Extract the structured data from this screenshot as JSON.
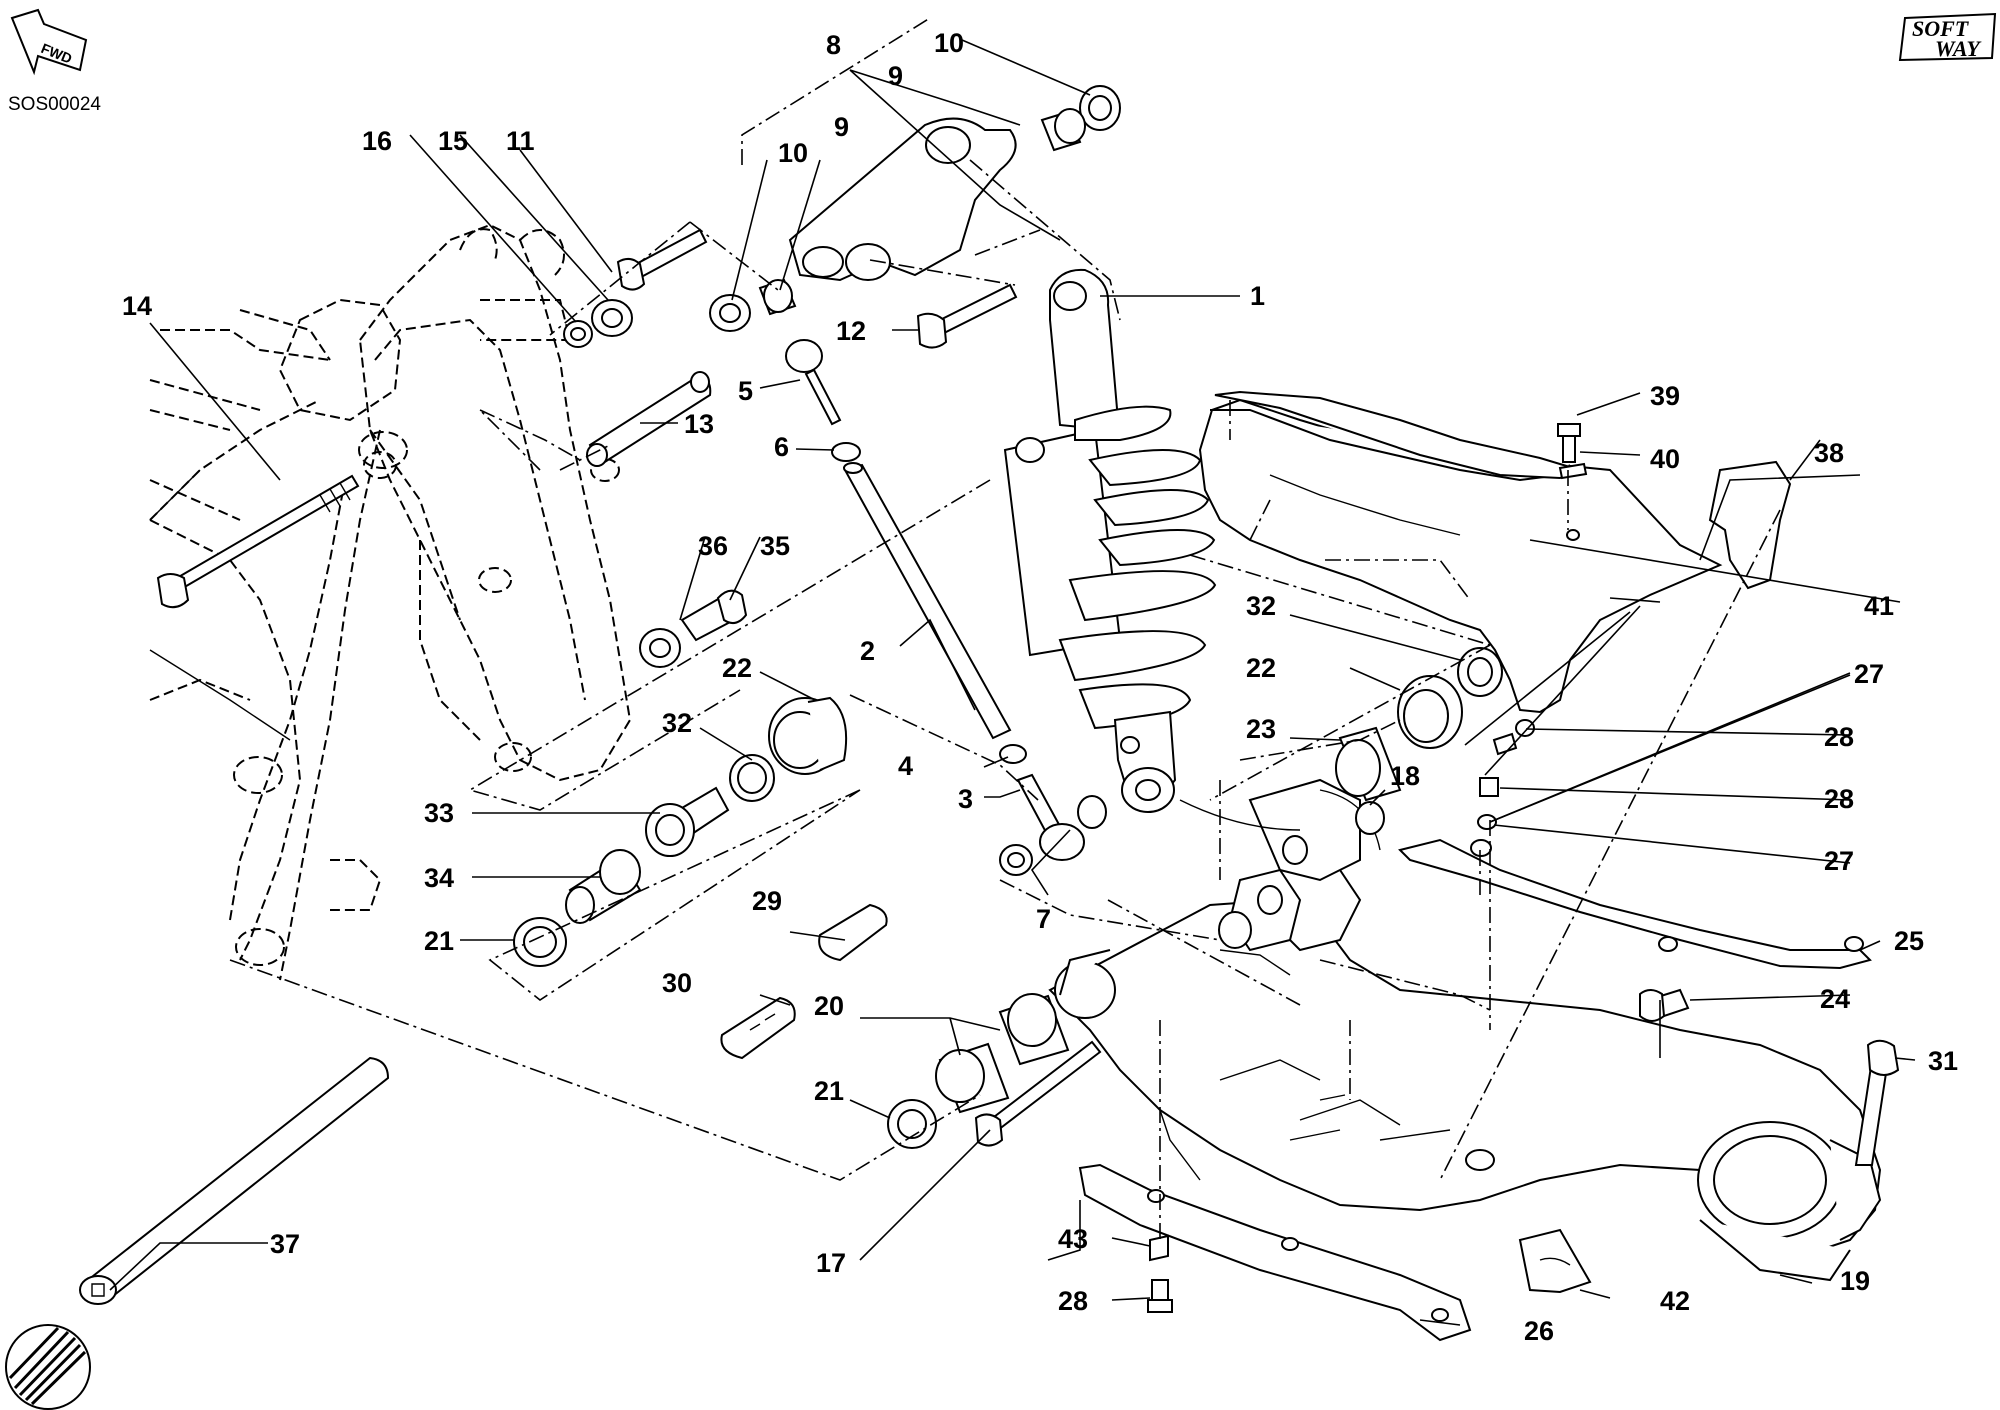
{
  "header": {
    "drawing_code": "SOS00024",
    "fwd_label": "FWD",
    "logo_top": "SOFT",
    "logo_bottom": "WAY"
  },
  "callouts": [
    "1",
    "2",
    "3",
    "4",
    "5",
    "6",
    "7",
    "8",
    "9",
    "9",
    "10",
    "10",
    "11",
    "12",
    "13",
    "14",
    "15",
    "16",
    "17",
    "18",
    "19",
    "20",
    "21",
    "21",
    "22",
    "22",
    "23",
    "24",
    "25",
    "26",
    "27",
    "27",
    "28",
    "28",
    "28",
    "28",
    "29",
    "30",
    "31",
    "32",
    "32",
    "33",
    "34",
    "35",
    "36",
    "37",
    "38",
    "39",
    "40",
    "41",
    "42",
    "43"
  ]
}
